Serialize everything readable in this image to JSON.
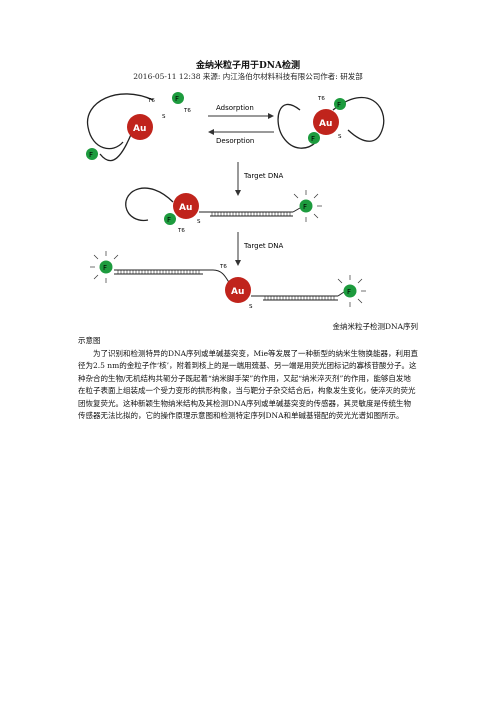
{
  "document": {
    "title": "金纳米粒子用于DNA检测",
    "meta": "2016-05-11 12:38 来源: 内江洛伯尔材料科技有限公司作者: 研发部",
    "figure": {
      "labels": {
        "adsorption": "Adsorption",
        "desorption": "Desorption",
        "target_dna_1": "Target DNA",
        "target_dna_2": "Target DNA",
        "au": "Au",
        "f": "F",
        "s": "S",
        "t6": "T6"
      }
    },
    "caption_line1": "金纳米粒子检测DNA序列",
    "caption_line2": "示意图",
    "paragraph": "为了识别和检测特异的DNA序列或单碱基突变，Mie等发展了一种新型的纳米生物换能器，利用直径为2.5 nm的金粒子作‘核’，附着到核上的是一端用巯基、另一端是用荧光团标记的寡核苷酸分子。这种杂合的生物/无机结构共轭分子既起着“纳米脚手架”的作用，又起“纳米淬灭剂”的作用，能够自发地在粒子表面上组装成一个受力变形的拱形构象，当与靶分子杂交结合后，构象发生变化，使淬灭的荧光团恢复荧光。这种新颖生物纳米结构及其检测DNA序列或单碱基突变的传感器，其灵敏度是传统生物传感器无法比拟的，它的操作原理示意图和检测特定序列DNA和单碱基错配的荧光光谱如图所示。"
  }
}
